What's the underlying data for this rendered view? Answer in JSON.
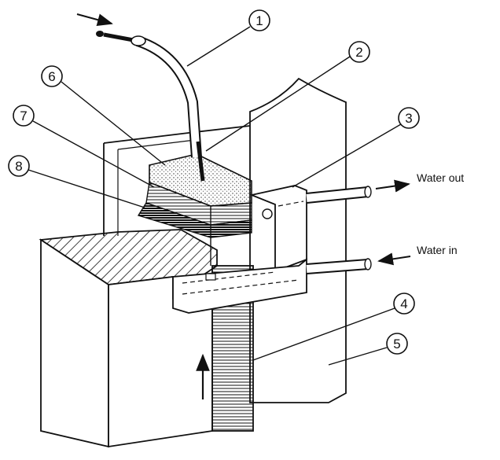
{
  "callouts": [
    {
      "id": "1",
      "text": "1"
    },
    {
      "id": "2",
      "text": "2"
    },
    {
      "id": "3",
      "text": "3"
    },
    {
      "id": "4",
      "text": "4"
    },
    {
      "id": "5",
      "text": "5"
    },
    {
      "id": "6",
      "text": "6"
    },
    {
      "id": "7",
      "text": "7"
    },
    {
      "id": "8",
      "text": "8"
    }
  ],
  "labels": {
    "water_out": "Water out",
    "water_in": "Water in"
  },
  "colors": {
    "ink": "#111111",
    "paper": "#ffffff"
  }
}
